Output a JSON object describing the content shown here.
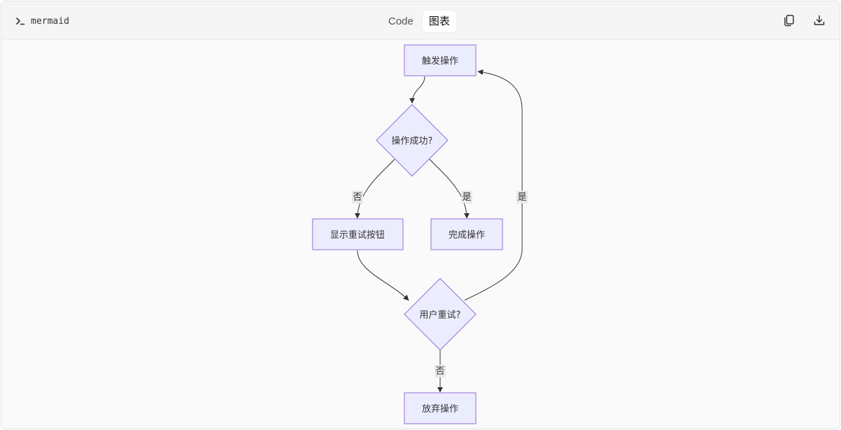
{
  "header": {
    "prompt_symbol": ">_",
    "language_label": "mermaid",
    "tabs": [
      {
        "label": "Code",
        "active": false
      },
      {
        "label": "图表",
        "active": true
      }
    ],
    "actions": [
      {
        "name": "copy",
        "icon": "copy-icon"
      },
      {
        "name": "download",
        "icon": "download-icon"
      }
    ]
  },
  "diagram": {
    "type": "flowchart",
    "colors": {
      "node_fill": "#ECECFF",
      "node_stroke": "#9370DB",
      "edge": "#333333",
      "edge_label_bg": "#E8E8E8"
    },
    "nodes": {
      "trigger": "触发操作",
      "success_check": "操作成功?",
      "show_retry": "显示重试按钮",
      "complete": "完成操作",
      "user_retry": "用户重试?",
      "abandon": "放弃操作"
    },
    "edges": [
      {
        "from": "trigger",
        "to": "success_check",
        "label": ""
      },
      {
        "from": "success_check",
        "to": "show_retry",
        "label": "否"
      },
      {
        "from": "success_check",
        "to": "complete",
        "label": "是"
      },
      {
        "from": "show_retry",
        "to": "user_retry",
        "label": ""
      },
      {
        "from": "user_retry",
        "to": "trigger",
        "label": "是"
      },
      {
        "from": "user_retry",
        "to": "abandon",
        "label": "否"
      }
    ]
  }
}
